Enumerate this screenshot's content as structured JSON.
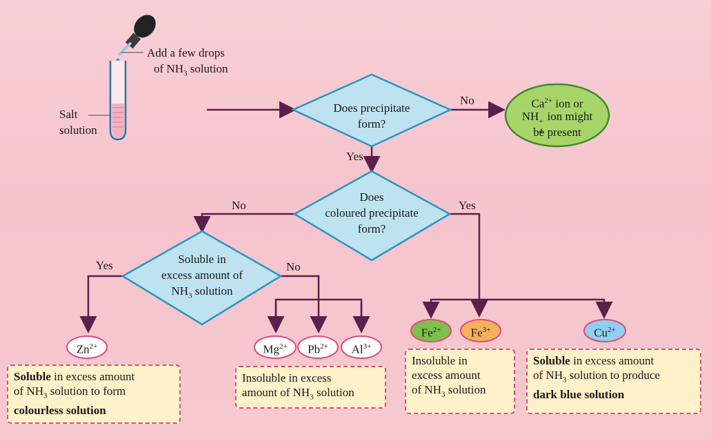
{
  "colors": {
    "diamond_fill": "#bfe2f0",
    "diamond_stroke": "#2a95c4",
    "arrow": "#5a1f4a",
    "ellipse_green": "#a8d56a",
    "ellipse_green_stroke": "#3c8a2a",
    "note_fill": "#fff1c9",
    "note_border": "#e0497a",
    "fe2_fill": "#7cc24a",
    "fe3_fill": "#f6b25a",
    "cu_fill": "#8fd0f0"
  },
  "test_tube": {
    "instruction_line1": "Add a few drops",
    "instruction_line2_pre": "of NH",
    "instruction_line2_sub": "3",
    "instruction_line2_post": " solution",
    "salt_label_line1": "Salt",
    "salt_label_line2": "solution"
  },
  "decision1": {
    "line1": "Does precipitate",
    "line2": "form?",
    "no_label": "No",
    "yes_label": "Yes"
  },
  "outcome_no_ppt": {
    "line1_pre": "Ca",
    "line1_sup": "2+",
    "line1_post": " ion or",
    "line2_pre": "NH",
    "line2_sub": "4",
    "line2_sup": "+",
    "line2_post": " ion might",
    "line3": "be present"
  },
  "decision2": {
    "line1": "Does",
    "line2": "coloured precipitate",
    "line3": "form?",
    "no_label": "No",
    "yes_label": "Yes"
  },
  "decision3": {
    "line1": "Soluble in",
    "line2": "excess amount of",
    "line3_pre": "NH",
    "line3_sub": "3",
    "line3_post": " solution",
    "yes_label": "Yes",
    "no_label": "No"
  },
  "ions": {
    "zn": {
      "base": "Zn",
      "charge": "2+"
    },
    "mg": {
      "base": "Mg",
      "charge": "2+"
    },
    "pb": {
      "base": "Pb",
      "charge": "2+"
    },
    "al": {
      "base": "Al",
      "charge": "3+"
    },
    "fe2": {
      "base": "Fe",
      "charge": "2+"
    },
    "fe3": {
      "base": "Fe",
      "charge": "3+"
    },
    "cu": {
      "base": "Cu",
      "charge": "2+"
    }
  },
  "notes": {
    "zn": {
      "bold1": "Soluble",
      "text1": " in excess amount",
      "line2_pre": "of NH",
      "line2_sub": "3",
      "line2_post": " solution to form",
      "bold3": "colourless solution"
    },
    "mg_pb_al": {
      "line1": "Insoluble in excess",
      "line2_pre": "amount of NH",
      "line2_sub": "3",
      "line2_post": " solution"
    },
    "fe": {
      "line1": "Insoluble in",
      "line2": "excess amount",
      "line3_pre": "of NH",
      "line3_sub": "3",
      "line3_post": " solution"
    },
    "cu": {
      "bold1": "Soluble",
      "text1": " in excess amount",
      "line2_pre": "of NH",
      "line2_sub": "3",
      "line2_post": " solution to produce",
      "bold3": "dark blue solution"
    }
  }
}
